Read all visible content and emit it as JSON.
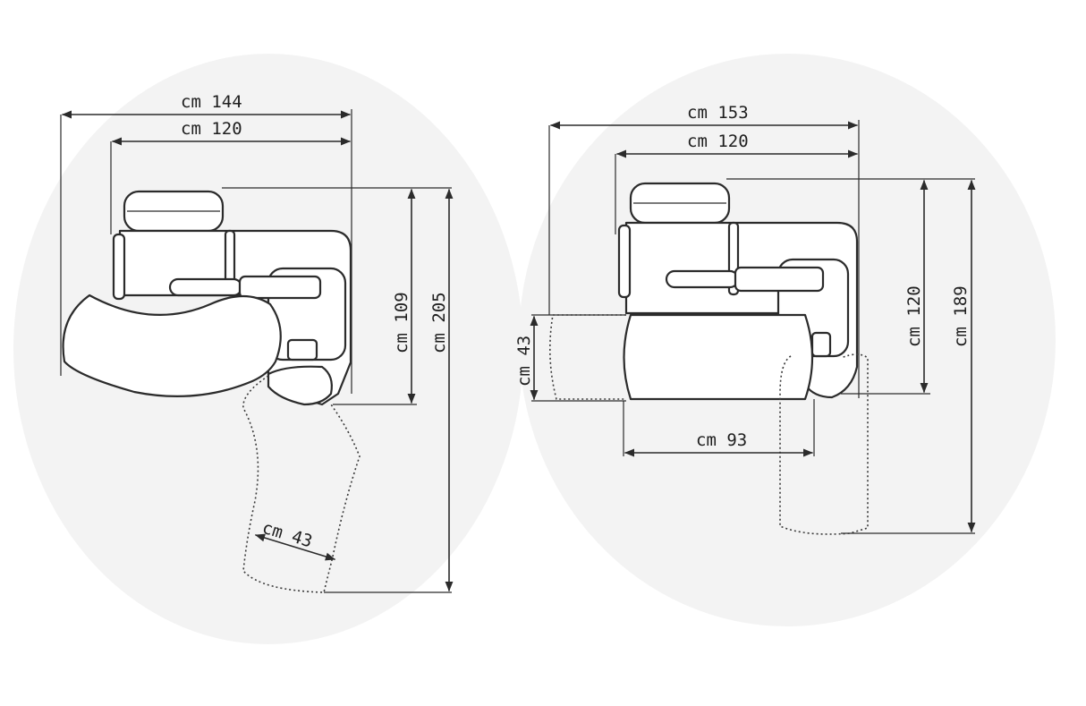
{
  "left_drawing": {
    "dim_overall_width": "cm  144",
    "dim_seat_width": "cm  120",
    "dim_depth": "cm  109",
    "dim_extended_depth": "cm  205",
    "dim_leg_rest": "cm  43"
  },
  "right_drawing": {
    "dim_overall_width": "cm  153",
    "dim_seat_width": "cm  120",
    "dim_depth": "cm  120",
    "dim_extended_depth": "cm  189",
    "dim_leg_rest_width": "cm  43",
    "dim_cushion_width": "cm  93"
  },
  "colors": {
    "background": "#ffffff",
    "ink": "#2b2b2b",
    "halo": "#f1f1f1"
  }
}
